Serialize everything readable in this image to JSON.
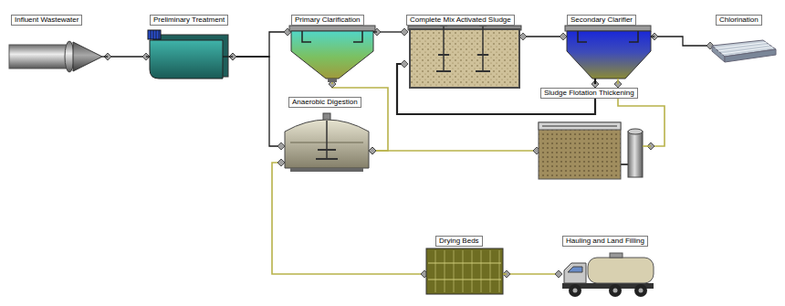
{
  "diagram": {
    "nodes": [
      {
        "text": [
          "Influent Wastewater"
        ]
      },
      {
        "text": [
          "Preliminary Treatment"
        ]
      },
      {
        "text": [
          "Primary Clarification"
        ]
      },
      {
        "text": [
          "Complete Mix Activated Sludge"
        ]
      },
      {
        "text": [
          "Secondary Clarifier"
        ]
      },
      {
        "text": [
          "Chlorination"
        ]
      },
      {
        "text": [
          "Anaerobic Digestion"
        ]
      },
      {
        "text": [
          "Sludge Flotation Thickening"
        ]
      },
      {
        "text": [
          "Drying Beds"
        ]
      },
      {
        "text": [
          "Hauling and Land Filling"
        ]
      }
    ],
    "edges": [
      {
        "from": 0,
        "to": 1,
        "arrow": "none"
      },
      {
        "from": 1,
        "to": 2,
        "arrow": "none"
      },
      {
        "from": 1,
        "to": 6,
        "arrow": "none"
      },
      {
        "from": 2,
        "to": 3,
        "arrow": "none"
      },
      {
        "from": 3,
        "to": 4,
        "arrow": "none"
      },
      {
        "from": 4,
        "to": 5,
        "arrow": "none"
      },
      {
        "from": 4,
        "to": 3,
        "arrow": "none"
      },
      {
        "from": 2,
        "to": 6,
        "arrow": "none"
      },
      {
        "from": 4,
        "to": 7,
        "arrow": "none"
      },
      {
        "from": 7,
        "to": 6,
        "arrow": "none"
      },
      {
        "from": 6,
        "to": 8,
        "arrow": "none"
      },
      {
        "from": 8,
        "to": 9,
        "arrow": "none"
      }
    ]
  }
}
